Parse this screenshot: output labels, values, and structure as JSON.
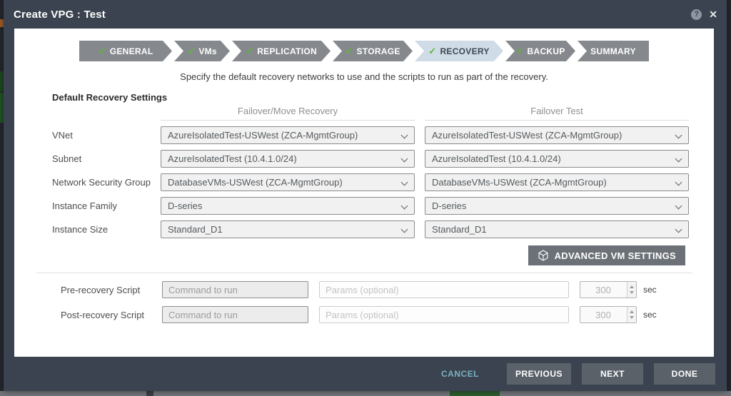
{
  "window": {
    "title": "Create VPG : Test",
    "help_icon": "?",
    "close_icon": "✕"
  },
  "wizard": {
    "check_icon": "✓",
    "steps": [
      {
        "label": "GENERAL",
        "checked": true,
        "active": false
      },
      {
        "label": "VMs",
        "checked": true,
        "active": false
      },
      {
        "label": "REPLICATION",
        "checked": true,
        "active": false
      },
      {
        "label": "STORAGE",
        "checked": true,
        "active": false
      },
      {
        "label": "RECOVERY",
        "checked": true,
        "active": true
      },
      {
        "label": "BACKUP",
        "checked": true,
        "active": false
      },
      {
        "label": "SUMMARY",
        "checked": false,
        "active": false
      }
    ]
  },
  "description": "Specify the default recovery networks to use and the scripts to run as part of the recovery.",
  "settings": {
    "section_title": "Default Recovery Settings",
    "column_headers": {
      "failover_move": "Failover/Move Recovery",
      "failover_test": "Failover Test"
    },
    "rows": [
      {
        "label": "VNet",
        "failover_move": "AzureIsolatedTest-USWest (ZCA-MgmtGroup)",
        "failover_test": "AzureIsolatedTest-USWest (ZCA-MgmtGroup)"
      },
      {
        "label": "Subnet",
        "failover_move": "AzureIsolatedTest (10.4.1.0/24)",
        "failover_test": "AzureIsolatedTest (10.4.1.0/24)"
      },
      {
        "label": "Network Security Group",
        "failover_move": "DatabaseVMs-USWest (ZCA-MgmtGroup)",
        "failover_test": "DatabaseVMs-USWest (ZCA-MgmtGroup)"
      },
      {
        "label": "Instance Family",
        "failover_move": "D-series",
        "failover_test": "D-series"
      },
      {
        "label": "Instance Size",
        "failover_move": "Standard_D1",
        "failover_test": "Standard_D1"
      }
    ],
    "advanced_button_label": "ADVANCED VM SETTINGS"
  },
  "scripts": [
    {
      "label": "Pre-recovery Script",
      "command_placeholder": "Command to run",
      "params_placeholder": "Params (optional)",
      "timeout_value": "300",
      "unit": "sec"
    },
    {
      "label": "Post-recovery Script",
      "command_placeholder": "Command to run",
      "params_placeholder": "Params (optional)",
      "timeout_value": "300",
      "unit": "sec"
    }
  ],
  "footer": {
    "cancel_label": "CANCEL",
    "previous_label": "PREVIOUS",
    "next_label": "NEXT",
    "done_label": "DONE"
  },
  "colors": {
    "frame": "#3a434f",
    "step_gray": "#85888d",
    "active_step": "#cfdce8",
    "check_green": "#5cb832",
    "cancel_teal": "#7cb1c2"
  }
}
